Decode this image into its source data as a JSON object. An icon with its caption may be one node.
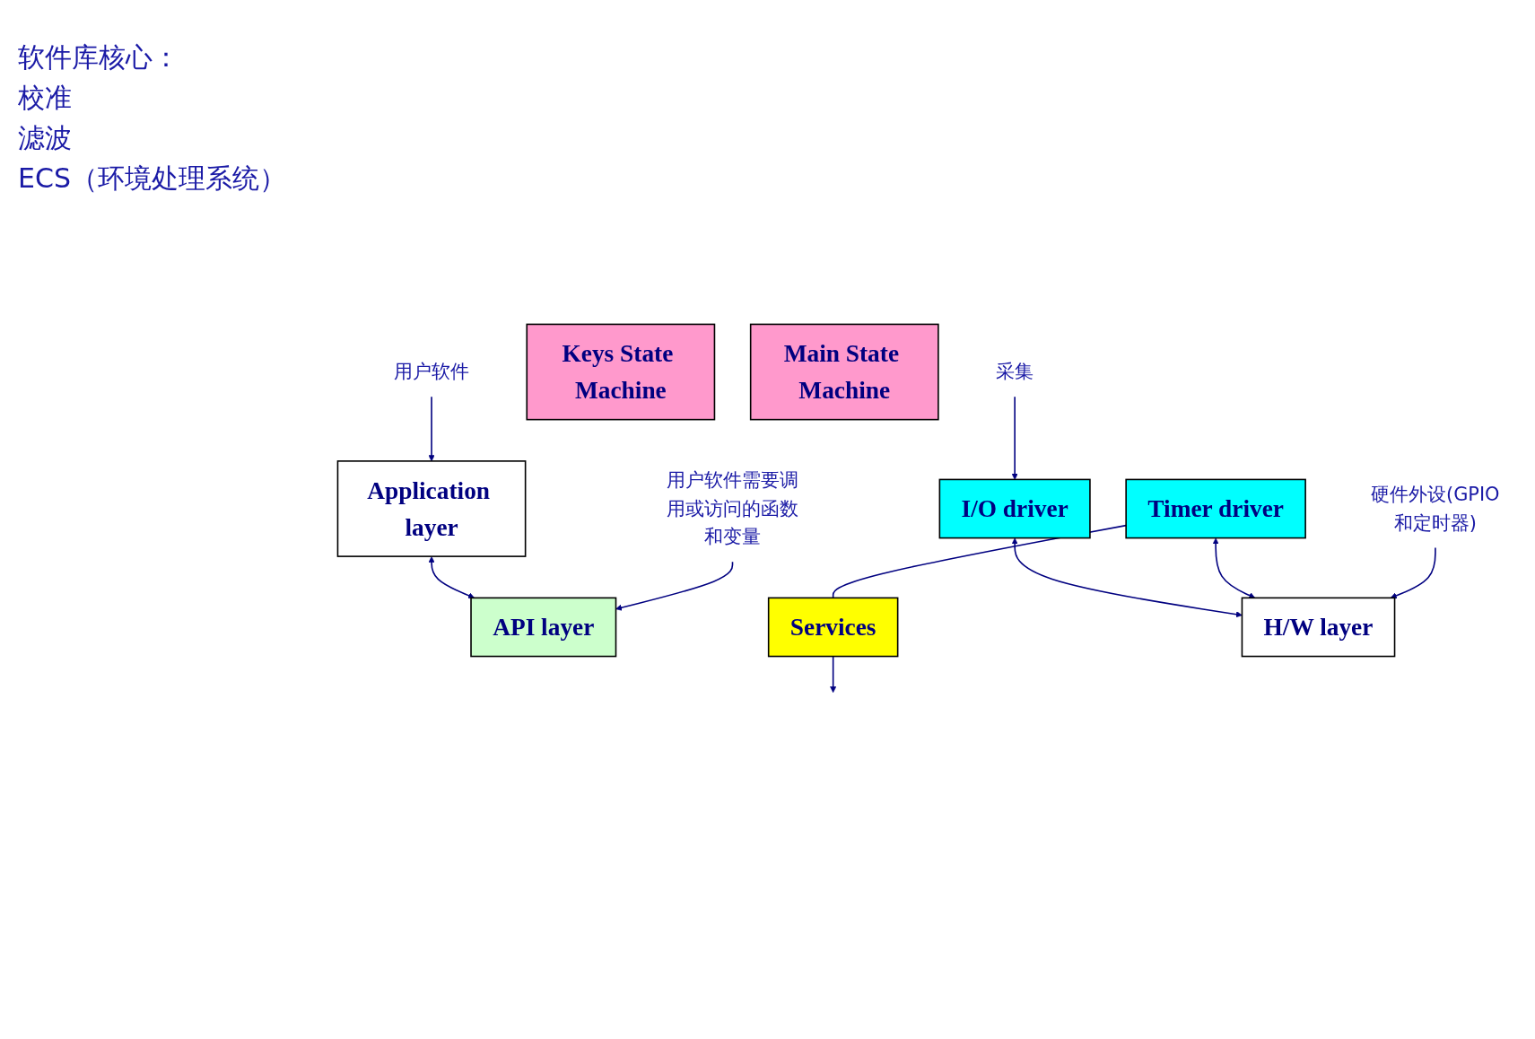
{
  "diagram": {
    "nodes": [
      {
        "text": [
          "用户软件"
        ]
      },
      {
        "text": [
          "Application layer"
        ]
      },
      {
        "text": [
          "用户软件需要调用或访问的函数和变量"
        ]
      },
      {
        "text": [
          "API layer"
        ]
      },
      {
        "text": [
          "Keys State Machine"
        ]
      },
      {
        "text": [
          "Services"
        ]
      },
      {
        "text": [
          "Main State Machine"
        ]
      },
      {
        "text": [
          "采集"
        ]
      },
      {
        "text": [
          "I/O driver"
        ]
      },
      {
        "text": [
          "Timer driver"
        ]
      },
      {
        "text": [
          "硬件外设(GPIO和定时器)"
        ]
      },
      {
        "text": [
          "H/W layer"
        ]
      }
    ],
    "edges": [
      {
        "from": 0,
        "to": 1,
        "arrow": "to"
      },
      {
        "from": 1,
        "to": 3,
        "arrow": "both"
      },
      {
        "from": 2,
        "to": 3,
        "arrow": "to"
      },
      {
        "from": 5,
        "to": null,
        "arrow": "to"
      },
      {
        "from": 9,
        "to": 5,
        "arrow": "none"
      },
      {
        "from": 7,
        "to": 8,
        "arrow": "to"
      },
      {
        "from": 8,
        "to": 11,
        "arrow": "both"
      },
      {
        "from": 9,
        "to": 11,
        "arrow": "both"
      },
      {
        "from": 10,
        "to": 11,
        "arrow": "to"
      }
    ],
    "labels": [
      "软件库核心：",
      "校准",
      "滤波",
      "ECS（环境处理系统）"
    ]
  }
}
